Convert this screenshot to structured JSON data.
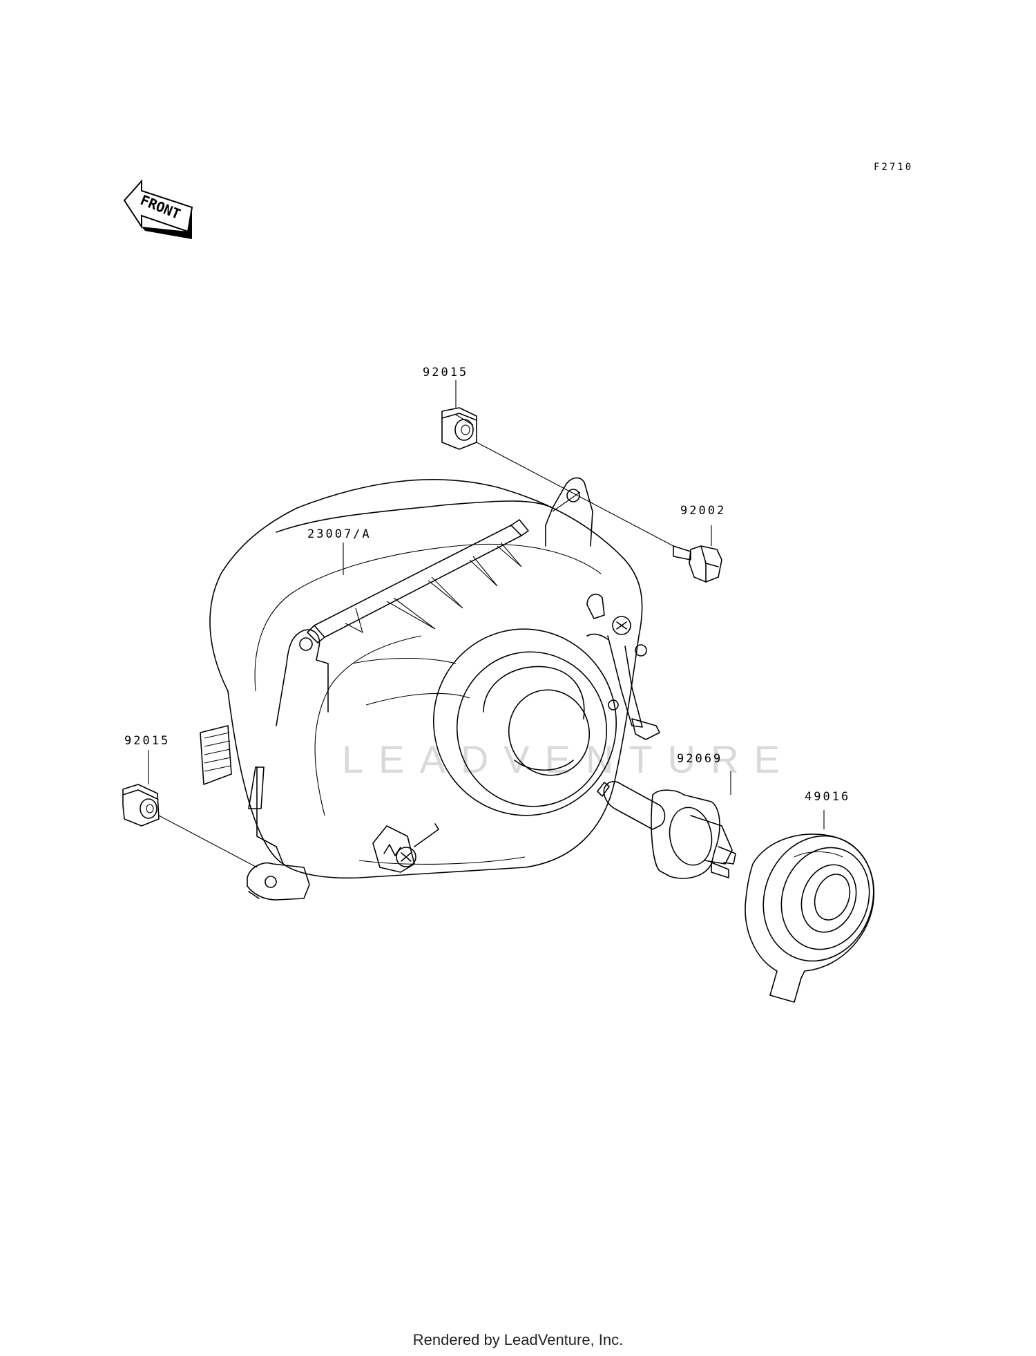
{
  "diagram_code": "F2710",
  "front_indicator": "FRONT",
  "watermark": "LEADVENTURE",
  "parts": [
    {
      "number": "92015",
      "name": "clip-nut-top"
    },
    {
      "number": "92002",
      "name": "bolt"
    },
    {
      "number": "23007/A",
      "name": "headlight-housing"
    },
    {
      "number": "92015",
      "name": "clip-nut-bottom"
    },
    {
      "number": "92069",
      "name": "bulb"
    },
    {
      "number": "49016",
      "name": "lens-ring"
    }
  ],
  "footer": "Rendered by LeadVenture, Inc."
}
